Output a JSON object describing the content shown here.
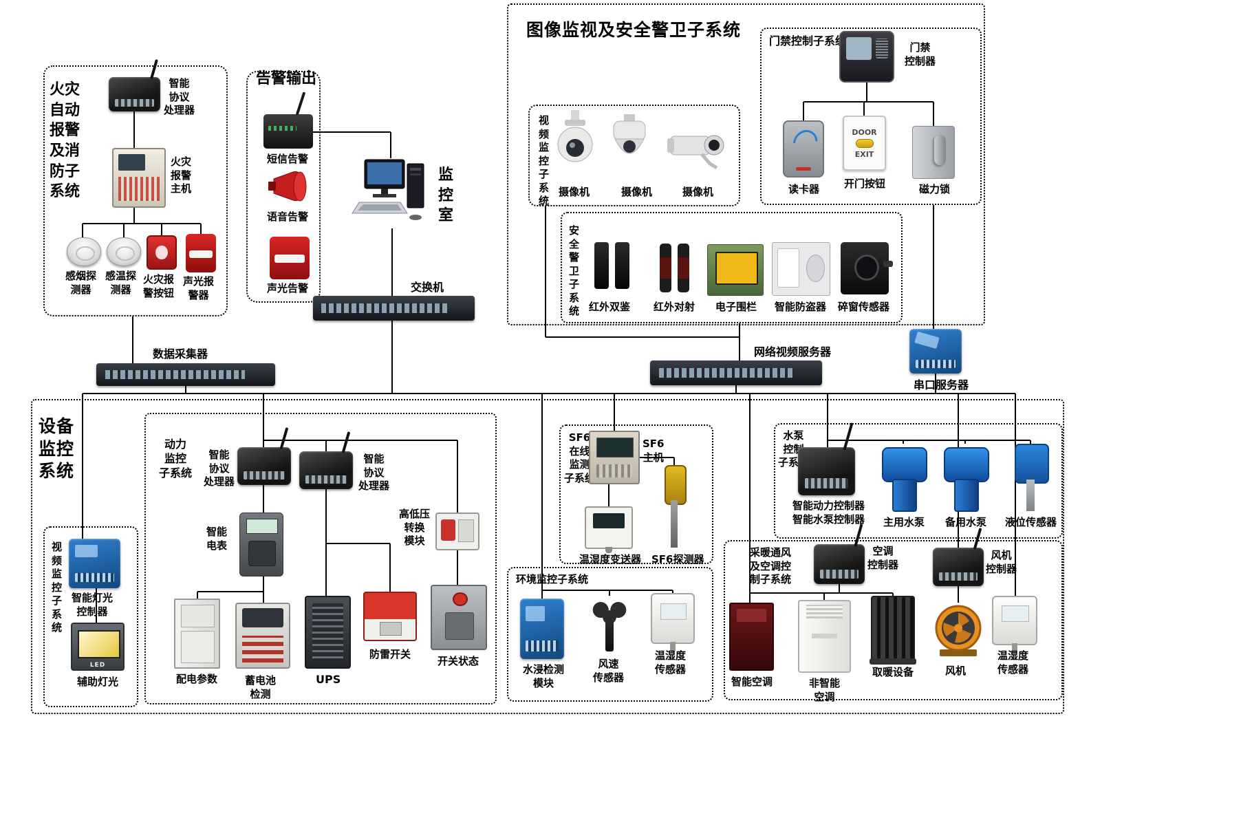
{
  "fire": {
    "title": "火灾\n自动\n报警\n及消\n防子\n系统",
    "processor": "智能\n协议\n处理器",
    "host": "火灾\n报警\n主机",
    "smoke_detector": "感烟探\n测器",
    "temp_detector": "感温探\n测器",
    "alarm_button": "火灾报\n警按钮",
    "sound_light_alarm": "声光报\n警器"
  },
  "alarm_output": {
    "title": "告警输出",
    "sms": "短信告警",
    "voice": "语音告警",
    "sound_light": "声光告警"
  },
  "control_room": {
    "title": "监\n控\n室",
    "switch": "交换机"
  },
  "surveillance": {
    "title": "图像监视及安全警卫子系统",
    "video": {
      "title": "视\n频\n监\n控\n子\n系\n统",
      "camera1": "摄像机",
      "camera2": "摄像机",
      "camera3": "摄像机"
    },
    "access": {
      "title": "门禁控制子系统",
      "controller": "门禁\n控制器",
      "card_reader": "读卡器",
      "door_button": "开门按钮",
      "door_face_top": "DOOR",
      "door_face_bottom": "EXIT",
      "magnetic_lock": "磁力锁"
    },
    "security": {
      "title": "安\n全\n警\n卫\n子\n系\n统",
      "ir_dual": "红外双鉴",
      "ir_beam": "红外对射",
      "fence": "电子围栏",
      "antitheft": "智能防盗器",
      "window_sensor": "碎窗传感器"
    }
  },
  "backbone": {
    "data_collector": "数据采集器",
    "nv_server": "网络视频服务器",
    "serial_server": "串口服务器"
  },
  "equipment": {
    "title": "设备\n监控\n系统",
    "video": {
      "title": "视\n频\n监\n控\n子\n系\n统",
      "light_controller": "智能灯光\n控制器",
      "aux_light": "辅助灯光",
      "led": "LED"
    },
    "power": {
      "title": "动力\n监控\n子系统",
      "processor_left": "智能\n协议\n处理器",
      "processor_right": "智能\n协议\n处理器",
      "meter": "智能\n电表",
      "hv_module": "高低压\n转换\n模块",
      "dist_params": "配电参数",
      "battery": "蓄电池\n检测",
      "ups": "UPS",
      "lightning": "防雷开关",
      "switch_status": "开关状态"
    },
    "sf6": {
      "title": "SF6\n在线\n监测\n子系统",
      "host": "SF6\n主机",
      "transmitter": "温湿度变送器",
      "detector": "SF6探测器"
    },
    "env": {
      "title": "环境监控子系统",
      "water_module": "水浸检测\n模块",
      "wind_sensor": "风速\n传感器",
      "th_sensor": "温湿度\n传感器"
    },
    "pump": {
      "title": "水泵\n控制\n子系统",
      "controller": "智能动力控制器\n智能水泵控制器",
      "main_pump": "主用水泵",
      "backup_pump": "备用水泵",
      "level_sensor": "液位传感器"
    },
    "hvac": {
      "title": "采暖通风\n及空调控\n制子系统",
      "ac_controller": "空调\n控制器",
      "smart_ac": "智能空调",
      "plain_ac": "非智能\n空调",
      "heater": "取暖设备",
      "fan_controller": "风机\n控制器",
      "fan": "风机",
      "th_sensor": "温湿度\n传感器"
    }
  }
}
